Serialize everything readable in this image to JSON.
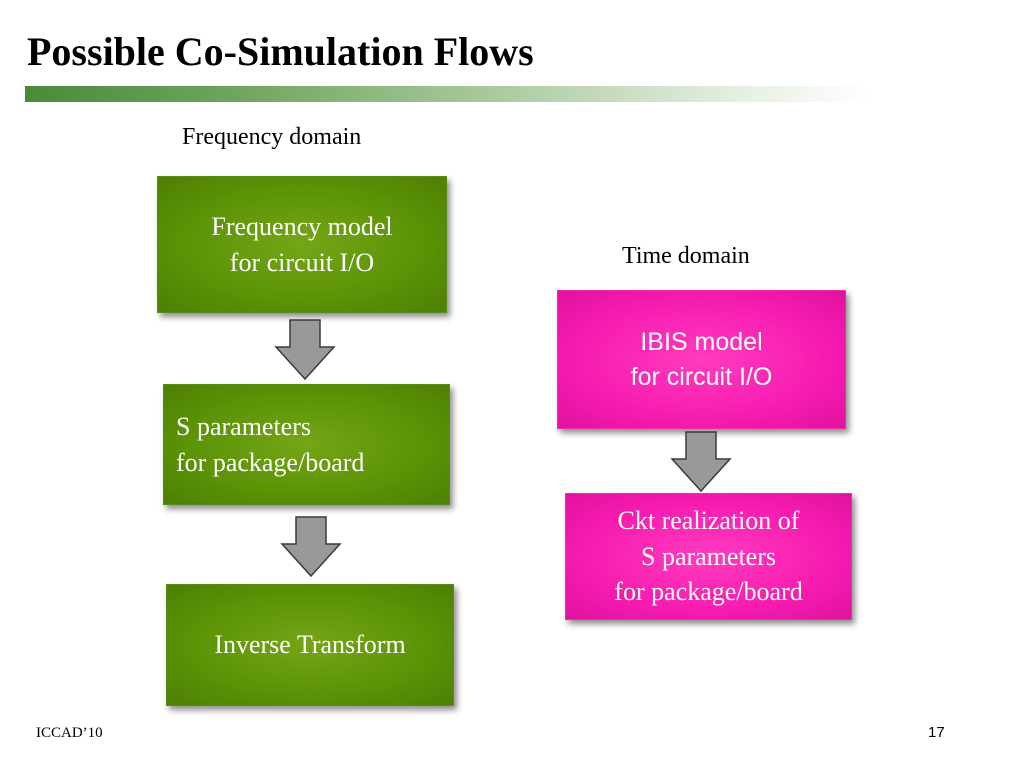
{
  "slide": {
    "title": "Possible Co-Simulation Flows",
    "footer": "ICCAD’10",
    "page_number": "17"
  },
  "frequency_flow": {
    "domain_label": "Frequency domain",
    "steps": [
      "Frequency model\nfor circuit I/O",
      "S parameters\n for package/board",
      "Inverse Transform"
    ]
  },
  "time_flow": {
    "domain_label": "Time domain",
    "steps": [
      "IBIS model\nfor circuit I/O",
      "Ckt realization of\nS parameters\nfor package/board"
    ]
  },
  "colors": {
    "frequency_box": "#5b9206",
    "time_box": "#f71cb0",
    "arrow": "#999999",
    "title_bar": "#4a8a3a"
  }
}
